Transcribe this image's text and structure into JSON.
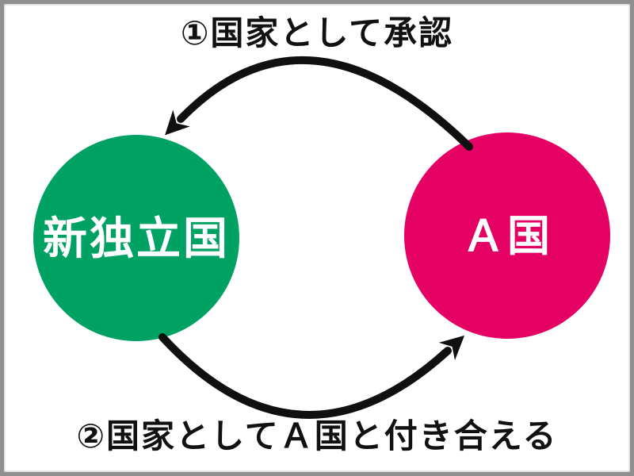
{
  "background_color": "#ffffff",
  "frame_border_color": "#8f8f8f",
  "text_color": "#111111",
  "node_label_color": "#ffffff",
  "nodes": {
    "left": {
      "label": "新独立国",
      "color": "#00a263"
    },
    "right": {
      "label": "Ａ国",
      "color": "#e50064"
    }
  },
  "arrows": {
    "color": "#101010",
    "top": {
      "label": "①国家として承認",
      "direction": "right-to-left"
    },
    "bottom": {
      "label": "②国家としてＡ国と付き合える",
      "direction": "left-to-right"
    }
  }
}
